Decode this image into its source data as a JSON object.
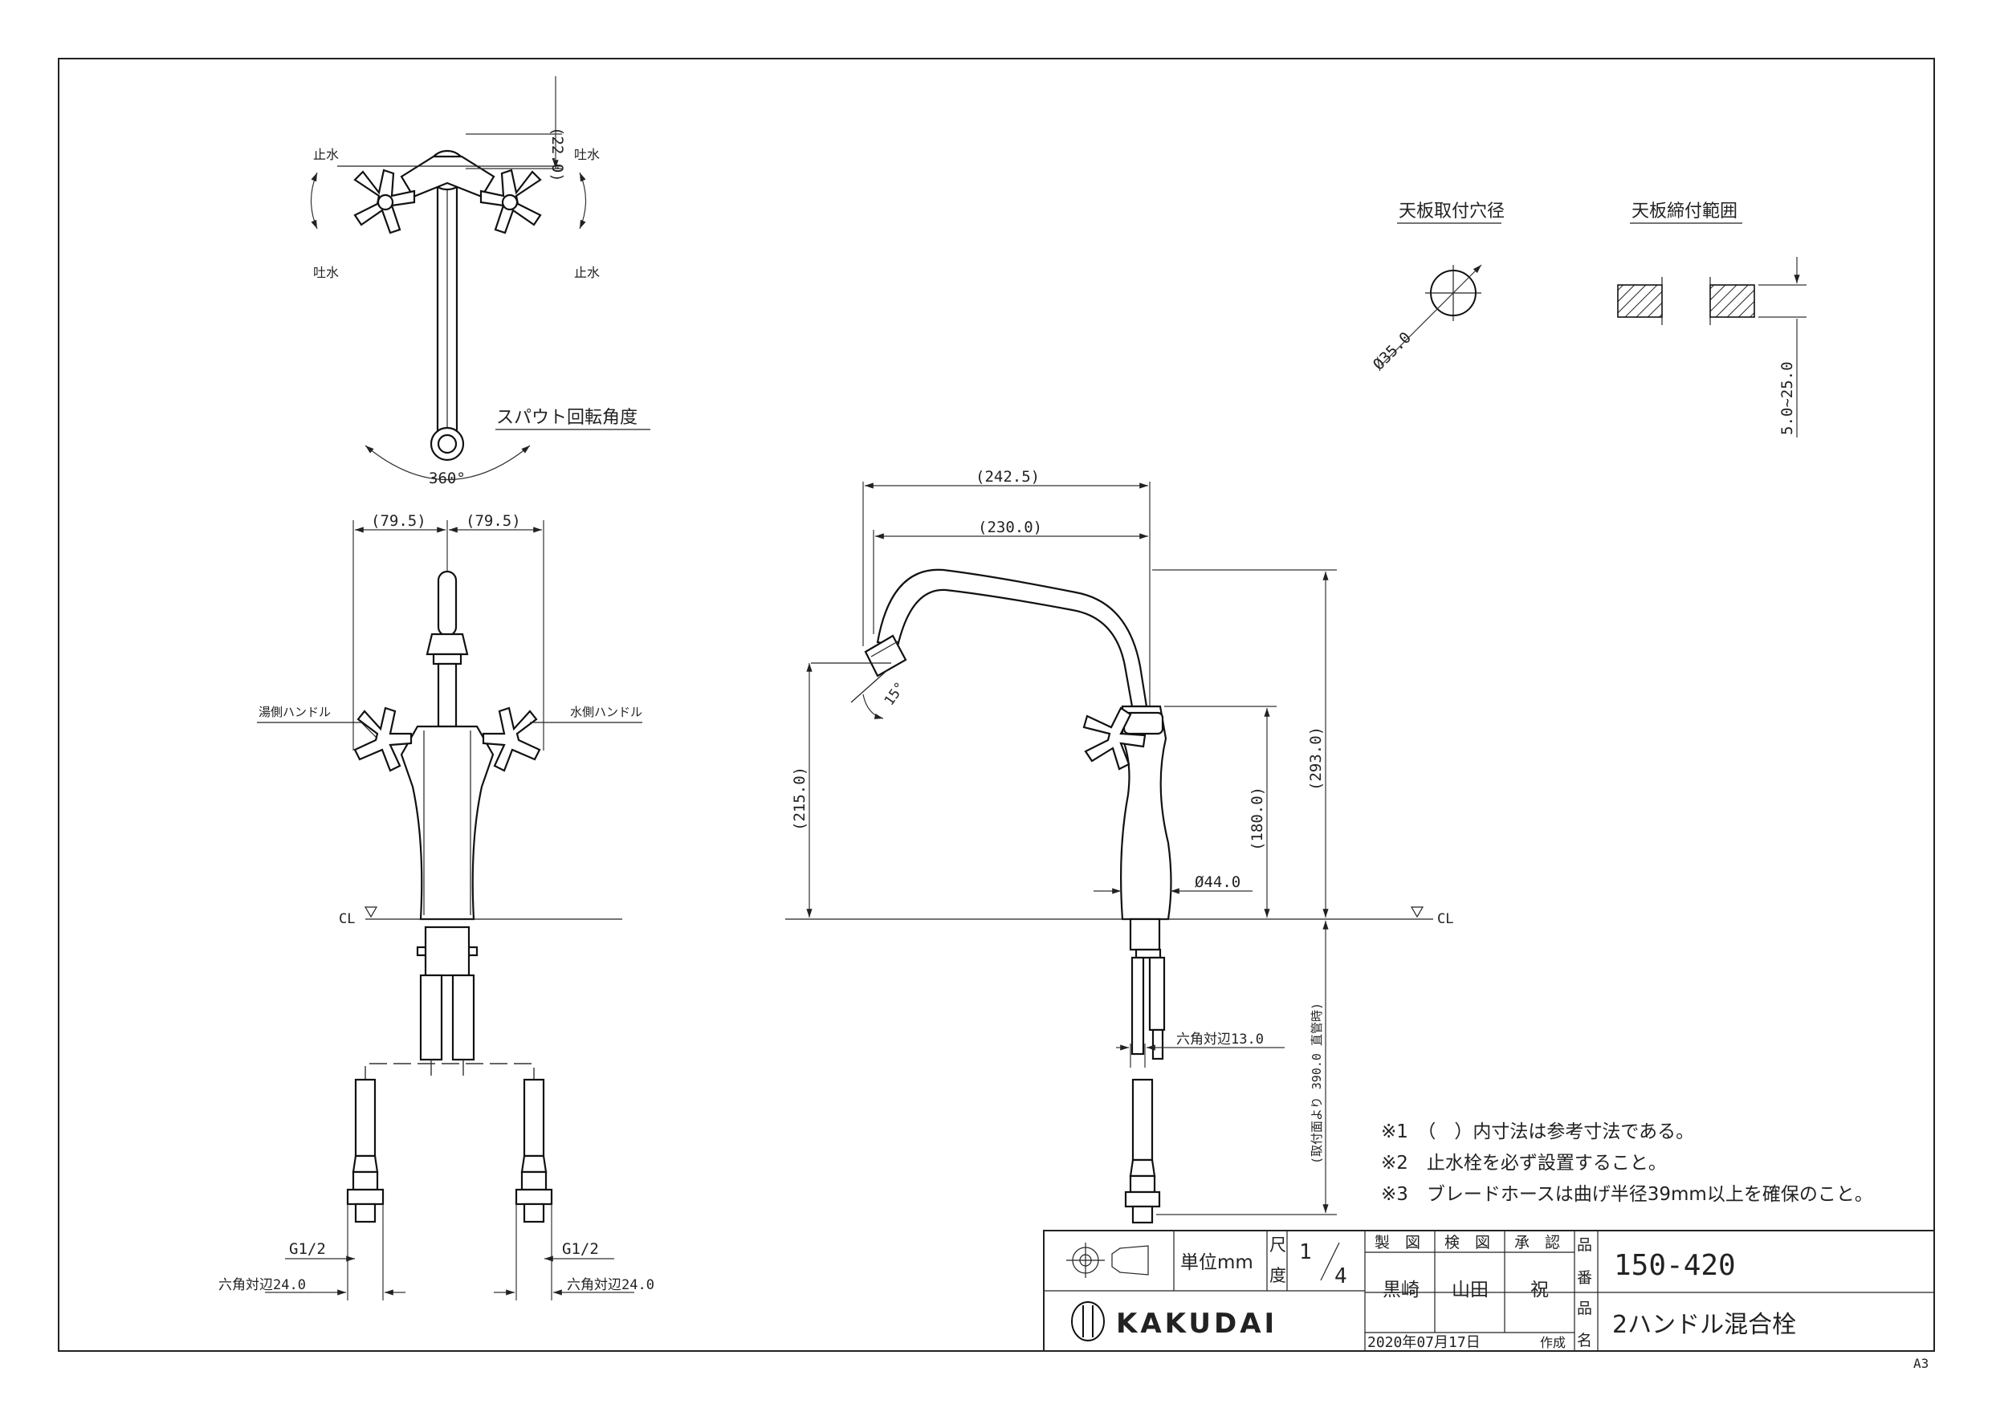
{
  "sheet": {
    "paper_size": "A3"
  },
  "top_view": {
    "stop_left": "止水",
    "spout_right": "吐水",
    "spout_left": "吐水",
    "stop_right": "止水",
    "dim_22": "(22.0)",
    "rotation_label": "スパウト回転角度",
    "rotation_angle": "360°"
  },
  "front_view": {
    "dim_left": "(79.5)",
    "dim_right": "(79.5)",
    "hot_handle": "湯側ハンドル",
    "cold_handle": "水側ハンドル",
    "cl": "CL",
    "thread_left": "G1/2",
    "thread_right": "G1/2",
    "hex_left": "六角対辺24.0",
    "hex_right": "六角対辺24.0"
  },
  "side_view": {
    "dim_2425": "(242.5)",
    "dim_230": "(230.0)",
    "dim_215": "(215.0)",
    "dim_293": "(293.0)",
    "dim_180": "(180.0)",
    "angle": "15°",
    "dia_44": "Ø44.0",
    "cl": "CL",
    "hex_13": "六角対辺13.0",
    "dim_390": "(取付面より 390.0 直管時)"
  },
  "detail": {
    "hole_title": "天板取付穴径",
    "hole_dia": "Ø35.0",
    "range_title": "天板締付範囲",
    "range_dim": "5.0~25.0"
  },
  "notes": [
    "※1　（　）内寸法は参考寸法である。",
    "※2　止水栓を必ず設置すること。",
    "※3　ブレードホースは曲げ半径39mm以上を確保のこと。"
  ],
  "title_block": {
    "unit_label": "単位mm",
    "scale_label_1": "尺",
    "scale_label_2": "度",
    "scale_num": "1",
    "scale_den": "4",
    "made_label": "製　図",
    "check_label": "検　図",
    "approve_label": "承　認",
    "made_by": "黒崎",
    "checked_by": "山田",
    "approved_by": "祝",
    "part_no_label_1": "品",
    "part_no_label_2": "番",
    "part_no": "150-420",
    "name_label_1": "品",
    "name_label_2": "名",
    "part_name": "2ハンドル混合栓",
    "company": "KAKUDAI",
    "date": "2020年07月17日",
    "date_suffix": "作成"
  }
}
